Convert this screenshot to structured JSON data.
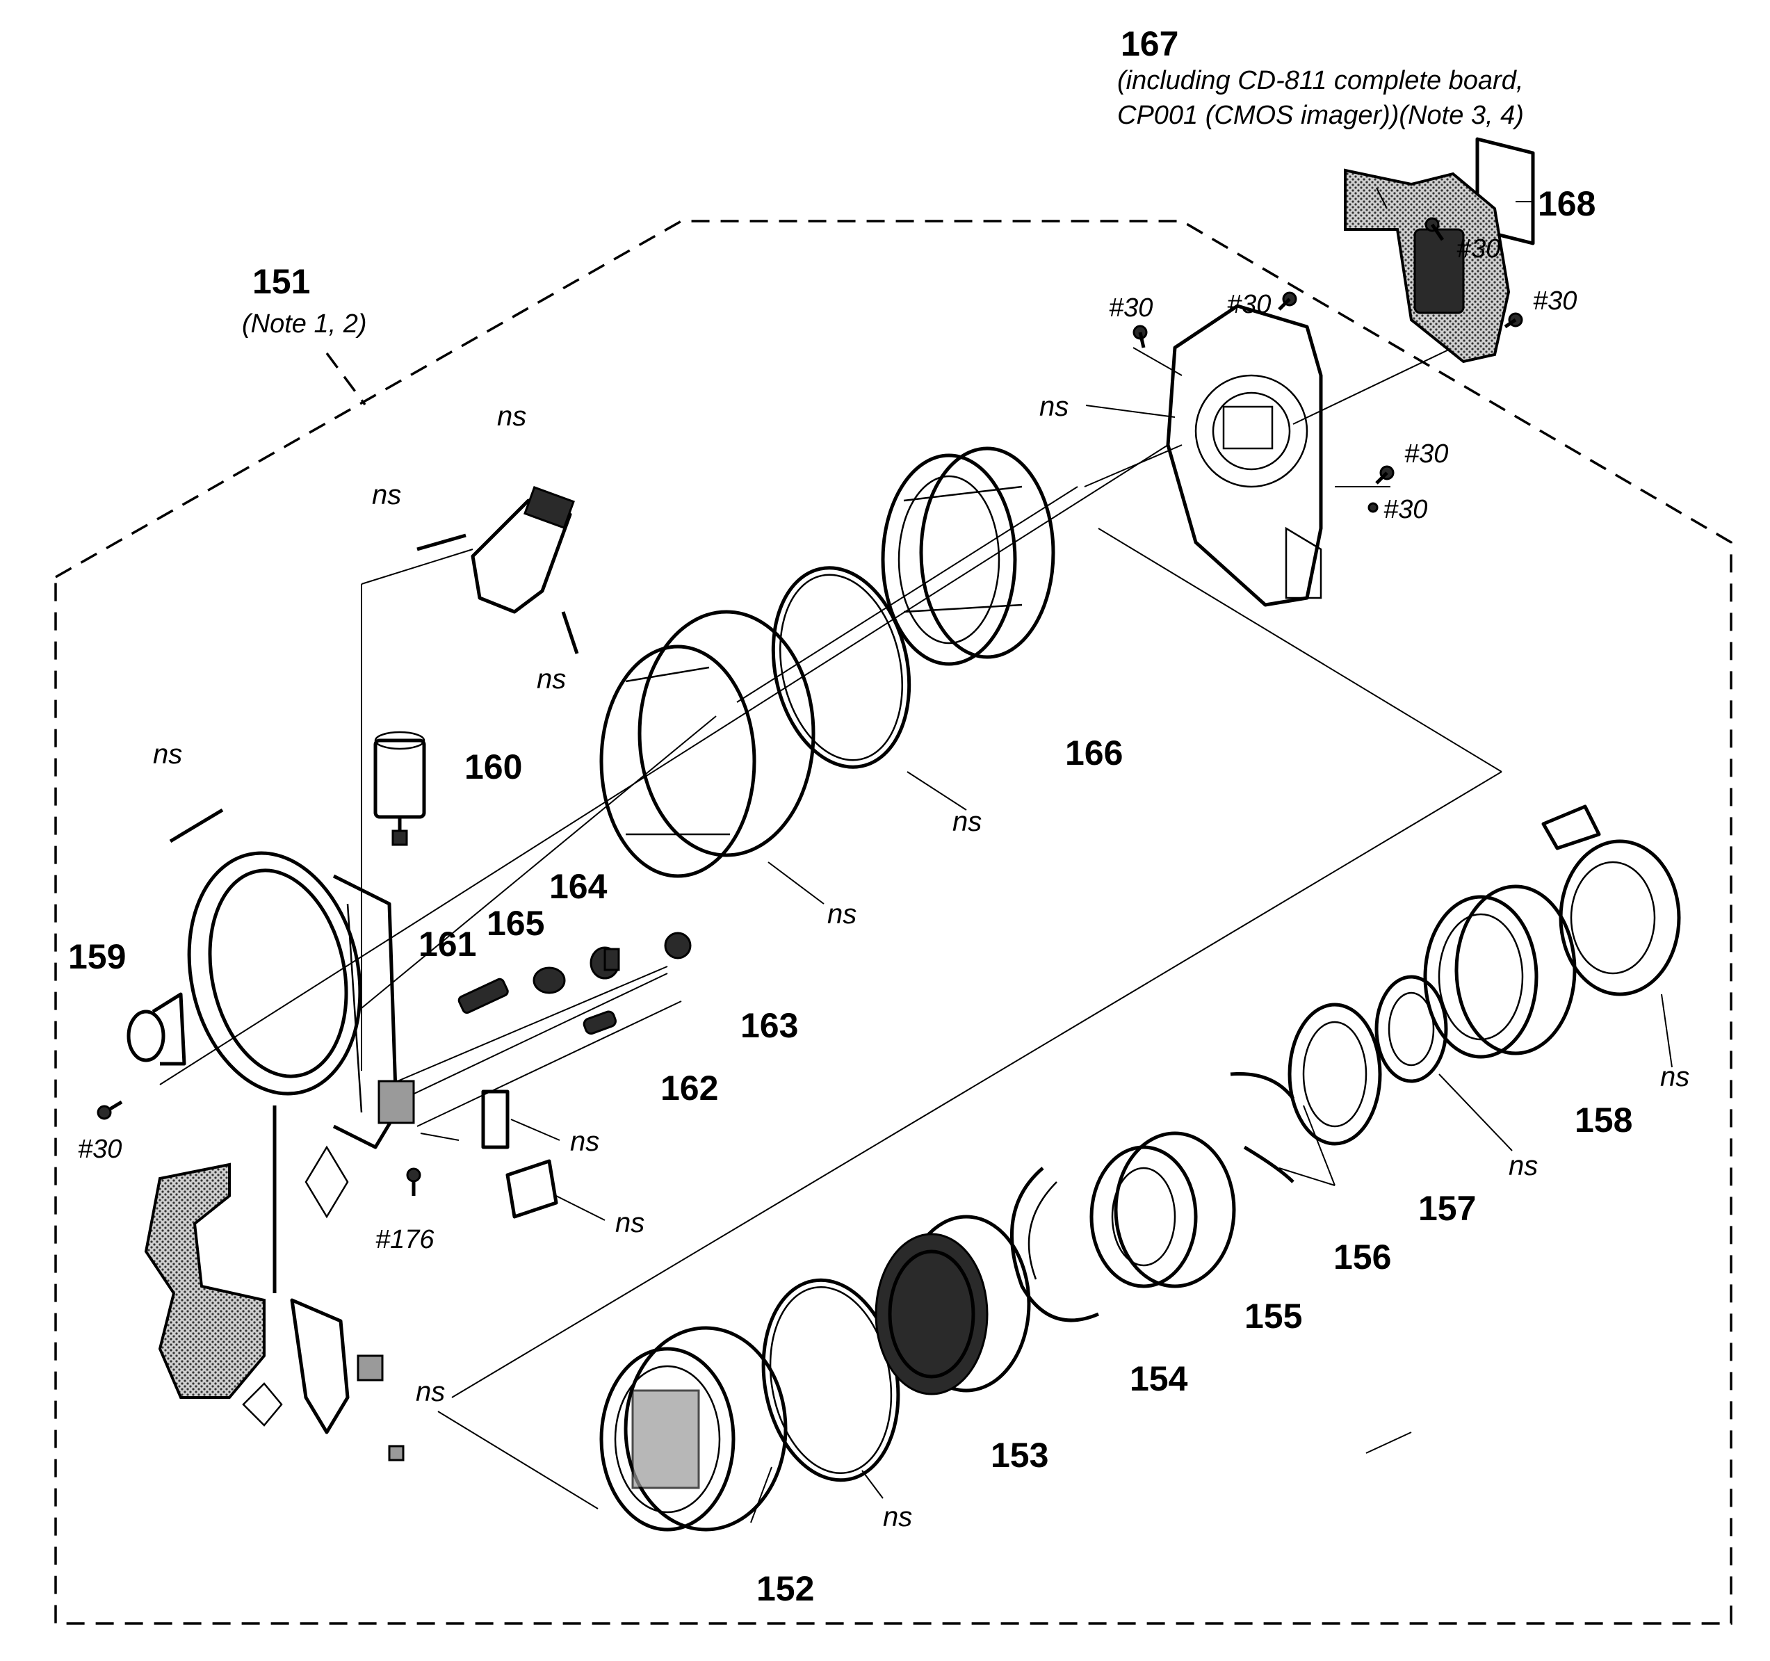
{
  "labels": {
    "p151": "151",
    "p151_note": "(Note 1, 2)",
    "p152": "152",
    "p153": "153",
    "p154": "154",
    "p155": "155",
    "p156": "156",
    "p157": "157",
    "p158": "158",
    "p159": "159",
    "p160": "160",
    "p161": "161",
    "p162": "162",
    "p163": "163",
    "p164": "164",
    "p165": "165",
    "p166": "166",
    "p167": "167",
    "p167_note1": "(including CD-811 complete board,",
    "p167_note2": "CP001 (CMOS imager))(Note 3, 4)",
    "p168": "168",
    "ns": "ns",
    "screw30": "#30",
    "screw176": "#176"
  }
}
